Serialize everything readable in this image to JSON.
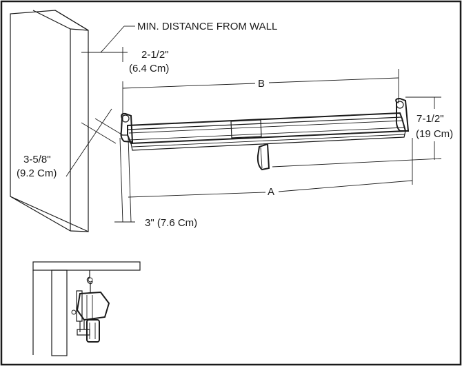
{
  "labels": {
    "min_distance": "MIN. DISTANCE FROM WALL",
    "clearance_in": "2-1/2\"",
    "clearance_cm": "(6.4 Cm)",
    "dim_b": "B",
    "height_in": "7-1/2\"",
    "height_cm": "(19 Cm)",
    "depth_in": "3-5/8\"",
    "depth_cm": "(9.2 Cm)",
    "dim_a": "A",
    "offset": "3\" (7.6 Cm)"
  }
}
